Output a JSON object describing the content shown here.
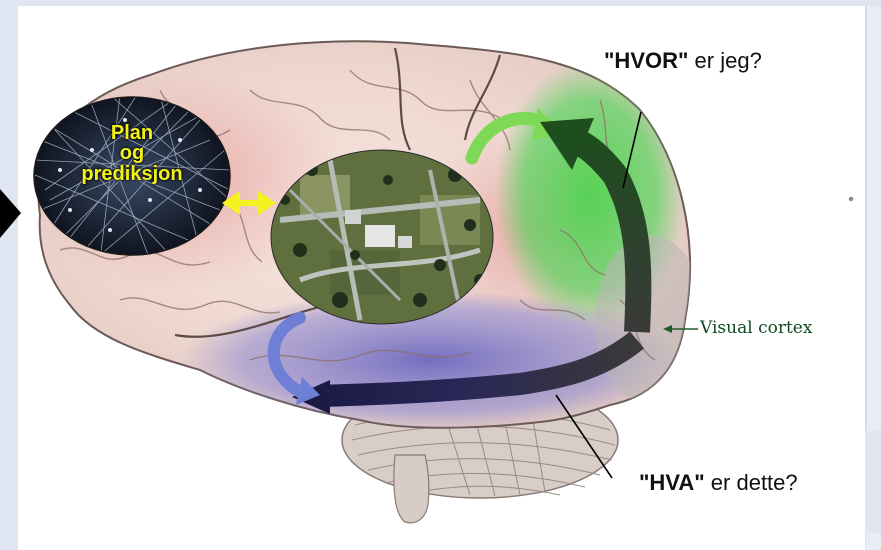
{
  "labels": {
    "hvor_quoted": "\"HVOR\"",
    "hvor_rest": " er jeg?",
    "hva_quoted": "\"HVA\"",
    "hva_rest": " er dette?",
    "visual_cortex": "Visual cortex",
    "plan": [
      "Plan",
      "og",
      "prediksjon"
    ]
  },
  "colors": {
    "background": "#dfe6f1",
    "panel": "#ffffff",
    "dorsal_stream": "#2f4a2c",
    "ventral_stream": "#232147",
    "green_region": "#5ad45e",
    "purple_region": "#7a78c8",
    "plan_text": "#f2f21a",
    "bidirectional_arrow": "#f5f21f",
    "green_curved_arrow": "#7ed957",
    "blue_curved_arrow": "#6f7fd6",
    "visual_cortex_label": "#0f4a20"
  },
  "regions": [
    "plan-prediction-network-image",
    "landscape-map-image",
    "visual-cortex",
    "dorsal-stream",
    "ventral-stream",
    "cerebellum"
  ]
}
